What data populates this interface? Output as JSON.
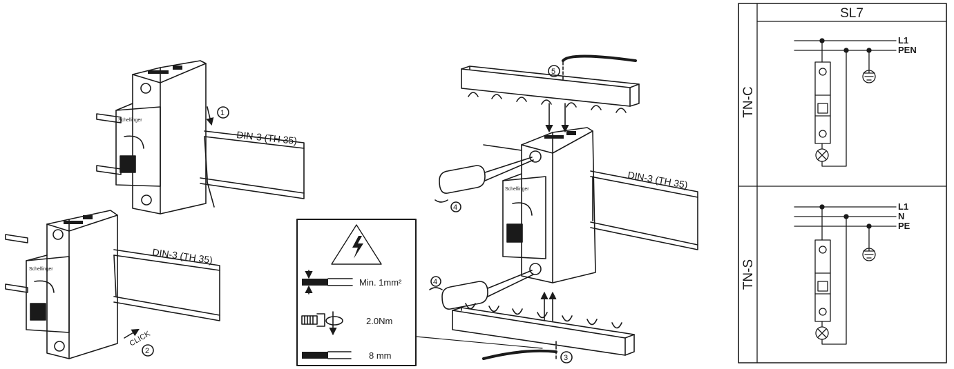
{
  "illustration": {
    "rail_label": "DIN-3 (TH 35)",
    "brand": "Schellinger",
    "click_text": "CLICK",
    "steps": [
      "1",
      "2",
      "3",
      "4",
      "5"
    ]
  },
  "spec_box": {
    "min_cross_section": "Min. 1mm²",
    "torque": "2.0Nm",
    "strip_length": "8 mm"
  },
  "schematic": {
    "title": "SL7",
    "tnc": {
      "label": "TN-C",
      "conductors": [
        "L1",
        "PEN"
      ]
    },
    "tns": {
      "label": "TN-S",
      "conductors": [
        "L1",
        "N",
        "PE"
      ]
    }
  }
}
